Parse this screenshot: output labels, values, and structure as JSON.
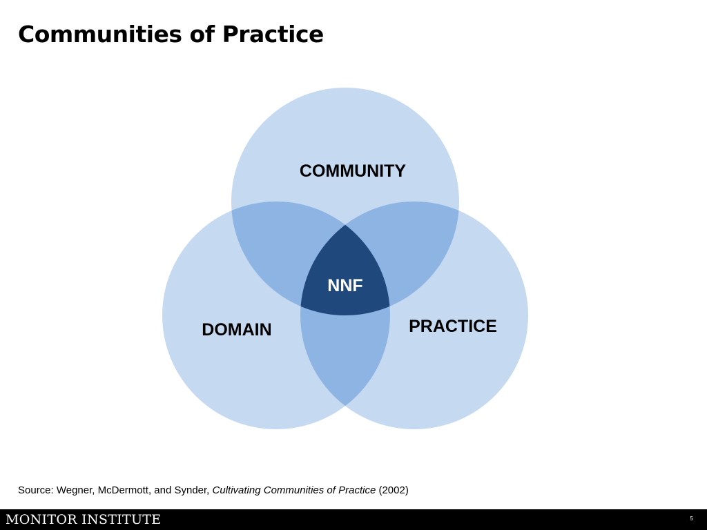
{
  "slide": {
    "title": "Communities of Practice"
  },
  "diagram": {
    "circles": [
      {
        "label": "COMMUNITY",
        "color": "#c5d9f1"
      },
      {
        "label": "DOMAIN",
        "color": "#c5d9f1"
      },
      {
        "label": "PRACTICE",
        "color": "#c5d9f1"
      }
    ],
    "pairwise_overlap_color": "#8eb4e3",
    "center": {
      "label": "NNF",
      "color": "#1f497d"
    }
  },
  "source": {
    "prefix": "Source: Wegner, McDermott, and Synder, ",
    "book_title": "Cultivating Communities of Practice",
    "year": " (2002)"
  },
  "footer": {
    "logo_text": "MONITOR INSTITUTE",
    "page_number": "5"
  }
}
